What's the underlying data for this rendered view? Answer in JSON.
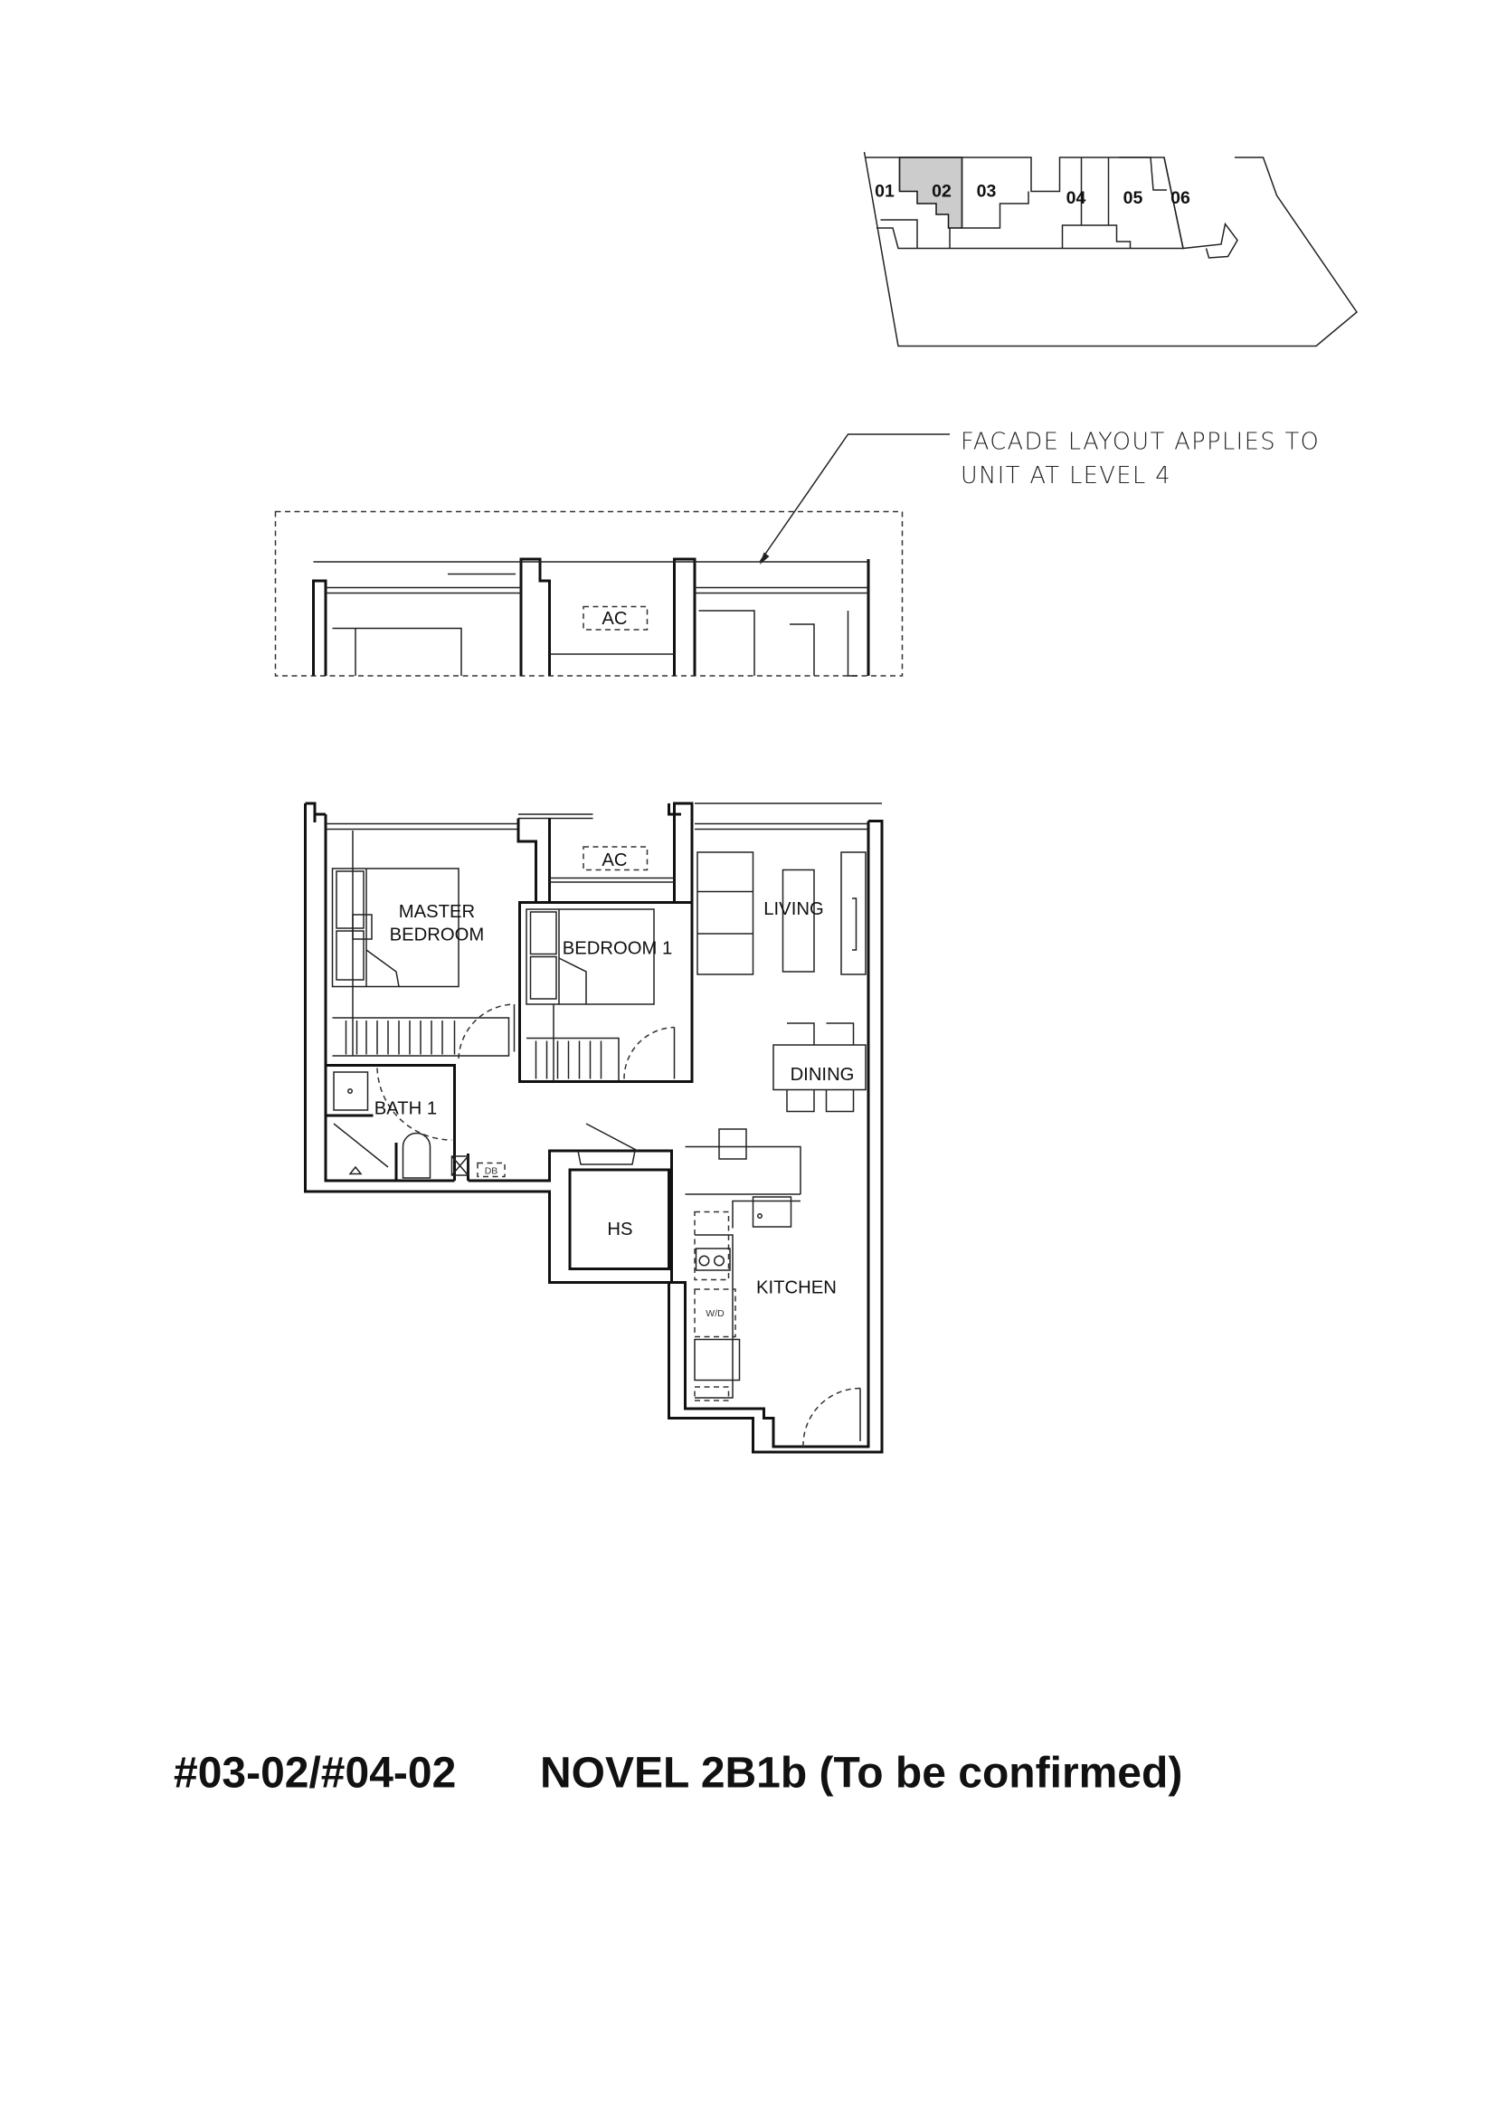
{
  "key_plan": {
    "units": [
      "01",
      "02",
      "03",
      "04",
      "05",
      "06"
    ],
    "highlighted_unit": "02",
    "highlight_color": "#cccccc"
  },
  "facade_note": {
    "line1": "FACADE LAYOUT APPLIES TO",
    "line2": "UNIT AT LEVEL 4",
    "ac_label": "AC"
  },
  "floor_plan": {
    "rooms": {
      "master_bedroom_line1": "MASTER",
      "master_bedroom_line2": "BEDROOM",
      "bedroom1": "BEDROOM 1",
      "ac": "AC",
      "living": "LIVING",
      "dining": "DINING",
      "bath1": "BATH 1",
      "hs": "HS",
      "kitchen": "KITCHEN",
      "wd": "W/D",
      "db": "DB"
    }
  },
  "footer": {
    "unit_numbers": "#03-02/#04-02",
    "unit_type": "NOVEL 2B1b (To be confirmed)"
  }
}
